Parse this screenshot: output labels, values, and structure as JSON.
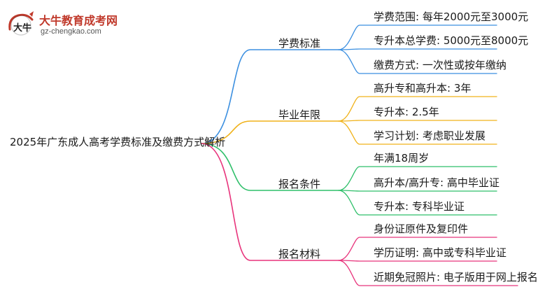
{
  "logo": {
    "title": "大牛教育成考网",
    "url": "gz-chengkao.com",
    "mark_text": "大牛"
  },
  "root": {
    "label": "2025年广东成人高考学费标准及缴费方式解析"
  },
  "branches": [
    {
      "label": "学费标准",
      "color": "#3b8fe0",
      "leaves": [
        "学费范围: 每年2000元至3000元",
        "专升本总学费: 5000元至8000元",
        "缴费方式: 一次性或按年缴纳"
      ]
    },
    {
      "label": "毕业年限",
      "color": "#f0b21a",
      "leaves": [
        "高升专和高升本: 3年",
        "专升本: 2.5年",
        "学习计划: 考虑职业发展"
      ]
    },
    {
      "label": "报名条件",
      "color": "#2fbf6a",
      "leaves": [
        "年满18周岁",
        "高升本/高升专: 高中毕业证",
        "专升本: 专科毕业证"
      ]
    },
    {
      "label": "报名材料",
      "color": "#e8347c",
      "leaves": [
        "身份证原件及复印件",
        "学历证明: 高中或专科毕业证",
        "近期免冠照片: 电子版用于网上报名"
      ]
    }
  ]
}
